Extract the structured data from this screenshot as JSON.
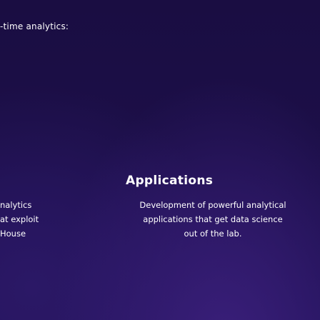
{
  "intro": {
    "text": "-time analytics:"
  },
  "card": {
    "title": "Applications"
  },
  "left_column": {
    "lines": [
      "nalytics",
      "at exploit",
      "House"
    ]
  },
  "right_column": {
    "lines": [
      "Development of powerful analytical",
      "applications that get data science",
      "out of the lab."
    ]
  }
}
